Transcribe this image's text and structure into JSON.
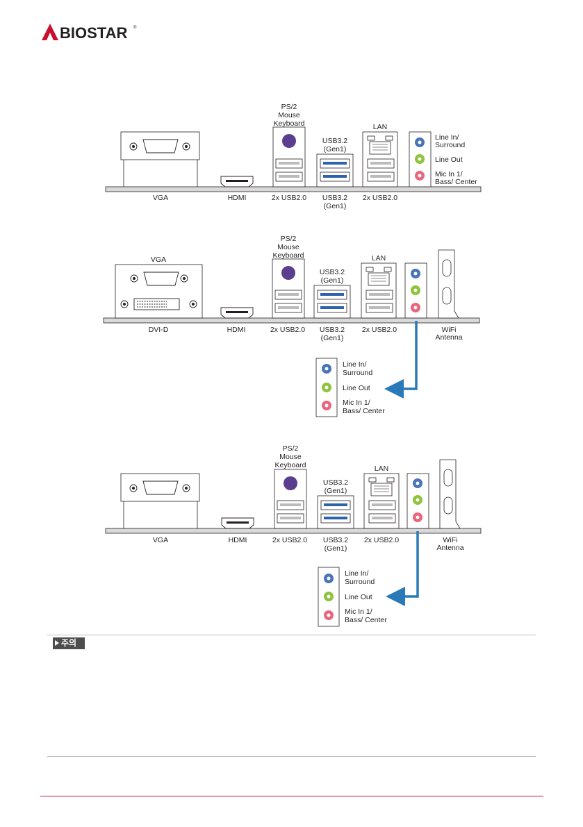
{
  "brand": {
    "name": "BIOSTAR",
    "trademark": "®",
    "color": "#c8102e"
  },
  "colors": {
    "jack_blue": "#4a74b8",
    "jack_green": "#8fc33d",
    "jack_pink": "#e9667f",
    "arrow": "#2a79b9"
  },
  "panels": [
    {
      "id": "panel-1",
      "labels": {
        "ps2": [
          "PS/2",
          "Mouse",
          "Keyboard"
        ],
        "usb32_top": [
          "USB3.2",
          "(Gen1)"
        ],
        "lan": "LAN",
        "audio_line_in": [
          "Line In/",
          "Surround"
        ],
        "audio_line_out": "Line Out",
        "audio_mic_in": [
          "Mic In 1/",
          "Bass/ Center"
        ],
        "bottom_vga": "VGA",
        "bottom_hdmi": "HDMI",
        "bottom_usb20_a": "2x USB2.0",
        "bottom_usb32": [
          "USB3.2",
          "(Gen1)"
        ],
        "bottom_usb20_b": "2x USB2.0"
      }
    },
    {
      "id": "panel-2",
      "labels": {
        "ps2": [
          "PS/2",
          "Mouse",
          "Keyboard"
        ],
        "vga_top": "VGA",
        "usb32_top": [
          "USB3.2",
          "(Gen1)"
        ],
        "lan": "LAN",
        "bottom_dvi": "DVI-D",
        "bottom_hdmi": "HDMI",
        "bottom_usb20_a": "2x USB2.0",
        "bottom_usb32": [
          "USB3.2",
          "(Gen1)"
        ],
        "bottom_usb20_b": "2x USB2.0",
        "wifi": [
          "WiFi",
          "Antenna"
        ],
        "audio_line_in": [
          "Line In/",
          "Surround"
        ],
        "audio_line_out": "Line Out",
        "audio_mic_in": [
          "Mic In 1/",
          "Bass/ Center"
        ]
      }
    },
    {
      "id": "panel-3",
      "labels": {
        "ps2": [
          "PS/2",
          "Mouse",
          "Keyboard"
        ],
        "usb32_top": [
          "USB3.2",
          "(Gen1)"
        ],
        "lan": "LAN",
        "bottom_vga": "VGA",
        "bottom_hdmi": "HDMI",
        "bottom_usb20_a": "2x USB2.0",
        "bottom_usb32": [
          "USB3.2",
          "(Gen1)"
        ],
        "bottom_usb20_b": "2x USB2.0",
        "wifi": [
          "WiFi",
          "Antenna"
        ],
        "audio_line_in": [
          "Line In/",
          "Surround"
        ],
        "audio_line_out": "Line Out",
        "audio_mic_in": [
          "Mic In 1/",
          "Bass/ Center"
        ]
      }
    }
  ],
  "caution": {
    "label": "주의"
  }
}
